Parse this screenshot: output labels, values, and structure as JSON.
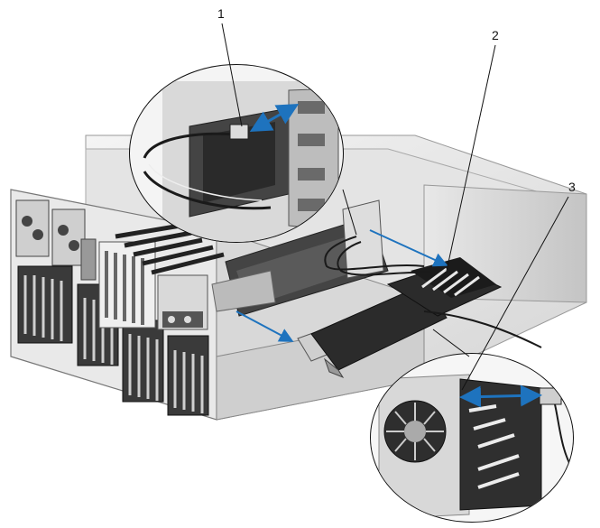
{
  "callouts": [
    {
      "id": "1",
      "label": "1"
    },
    {
      "id": "2",
      "label": "2"
    },
    {
      "id": "3",
      "label": "3"
    }
  ],
  "colors": {
    "arrow": "#1e73be",
    "chassis_light": "#ededed",
    "chassis_mid": "#bdbdbd",
    "chassis_dark": "#333333",
    "card": "#2b2b2b",
    "cable": "#1a1a1a"
  },
  "icons": [
    "fan-icon",
    "connector-icon",
    "double-arrow-icon"
  ]
}
